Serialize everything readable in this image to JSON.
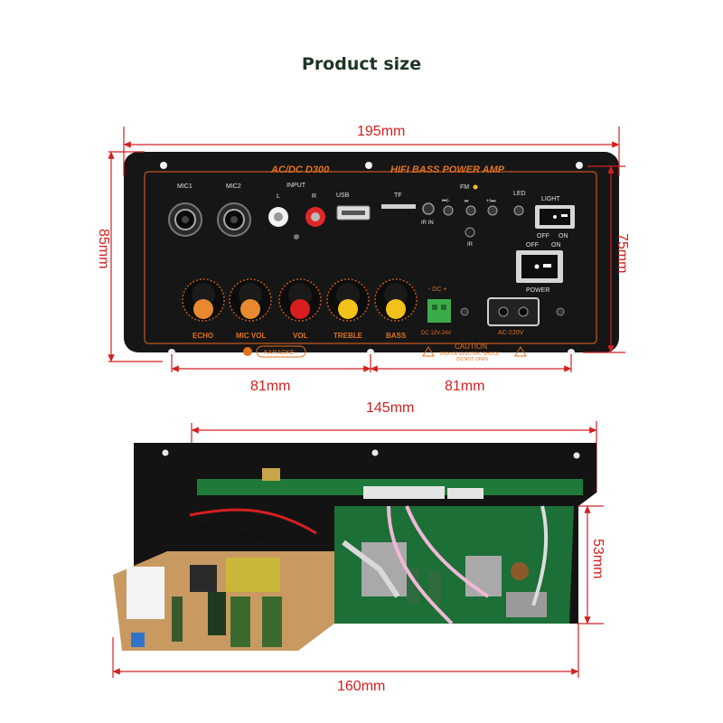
{
  "title": "Product size",
  "dimensions": {
    "width_top": "195mm",
    "height_left": "85mm",
    "height_right": "75mm",
    "hole_left": "81mm",
    "hole_right": "81mm",
    "hole_total": "145mm",
    "depth_right": "53mm",
    "width_bottom": "160mm"
  },
  "panel": {
    "model": "AC/DC D300",
    "brand_text": "HIFI BASS POWER AMP",
    "labels": {
      "mic1": "MIC1",
      "mic2": "MIC2",
      "input": "INPUT",
      "input_l": "L",
      "input_r": "R",
      "usb": "USB",
      "tf": "TF",
      "ir_in": "IR IN",
      "fm": "FM",
      "led": "LED",
      "ir": "IR",
      "light": "LIGHT",
      "off1": "OFF",
      "on1": "ON",
      "off2": "OFF",
      "on2": "ON",
      "power": "POWER",
      "dc_polarity": "- DC +",
      "dc_voltage": "DC 12V-24V",
      "ac_voltage": "AC-220V",
      "karaoke": "KARAOKE",
      "caution": "CAUTION",
      "caution_sub1": "RISK OF ELECTRIC SHOCK",
      "caution_sub2": "DO NOT OPEN"
    },
    "knobs": [
      {
        "label": "ECHO",
        "color": "#e8892f"
      },
      {
        "label": "MIC VOL",
        "color": "#e8892f"
      },
      {
        "label": "VOL",
        "color": "#d81e1e"
      },
      {
        "label": "TREBLE",
        "color": "#f2c21a"
      },
      {
        "label": "BASS",
        "color": "#f2c21a"
      }
    ]
  },
  "colors": {
    "dimension_line": "#d42020",
    "panel_text": "#e0721f",
    "panel_bg": "#161616",
    "pcb": "#1f7a3a"
  }
}
